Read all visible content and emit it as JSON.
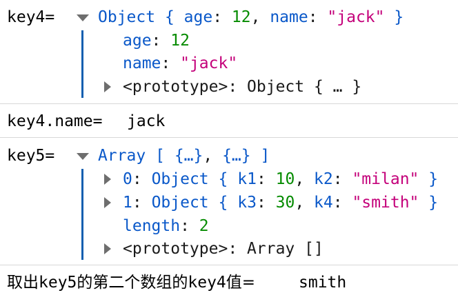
{
  "entries": {
    "key4": {
      "label": "key4=",
      "object_word": "Object",
      "prop1_key": "age",
      "prop1_val": "12",
      "prop2_key": "name",
      "prop2_val": "\"jack\"",
      "proto_key": "<prototype>",
      "proto_val": "Object { … }"
    },
    "name_line": {
      "label": "key4.name=",
      "value": "jack"
    },
    "key5": {
      "label": "key5=",
      "array_word": "Array",
      "summary_item1": "{…}",
      "summary_item2": "{…}",
      "item0_index": "0",
      "item0_word": "Object",
      "item0_k1": "k1",
      "item0_v1": "10",
      "item0_k2": "k2",
      "item0_v2": "\"milan\"",
      "item1_index": "1",
      "item1_word": "Object",
      "item1_k1": "k3",
      "item1_v1": "30",
      "item1_k2": "k4",
      "item1_v2": "\"smith\"",
      "length_key": "length",
      "length_val": "2",
      "proto_key": "<prototype>",
      "proto_val": "Array []"
    },
    "last_line": {
      "label_prefix": "取出",
      "label_key5": "key5",
      "label_mid": "的第二个数组的",
      "label_key4": "key4",
      "label_suffix": "值=",
      "value": "smith"
    }
  },
  "colors": {
    "keyword_blue": "#0a58c9",
    "number_green": "#058b00",
    "string_magenta": "#c4007a",
    "guide_blue": "#0f5fb0",
    "separator": "#d7d7d7"
  },
  "icons": [
    "expand-open-triangle-icon",
    "expand-closed-triangle-icon"
  ]
}
